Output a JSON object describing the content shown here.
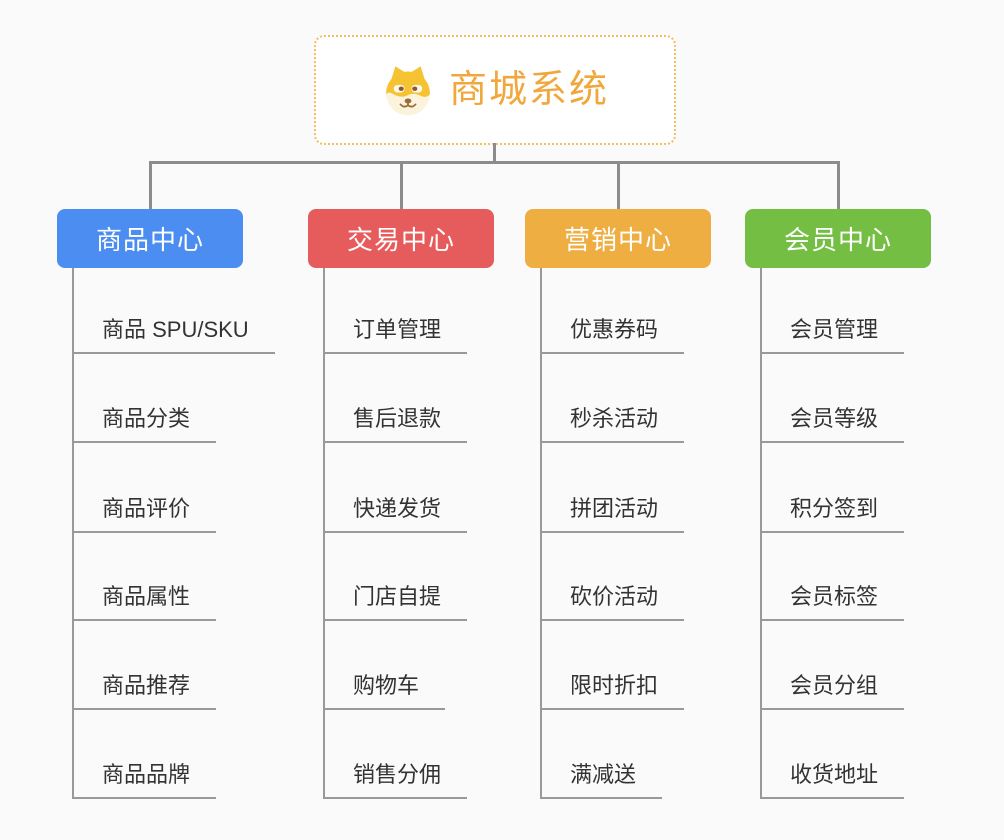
{
  "root": {
    "title": "商城系统",
    "icon": "shiba-dog-icon"
  },
  "theme": {
    "background": "#fafafa",
    "connector_color": "#8c8c8c",
    "leaf_line_color": "#999999",
    "leaf_text_color": "#333333",
    "root_border_color": "#f3bd62",
    "root_title_color": "#f0a73c"
  },
  "branches": [
    {
      "label": "商品中心",
      "color": "#4b8df0",
      "items": [
        "商品 SPU/SKU",
        "商品分类",
        "商品评价",
        "商品属性",
        "商品推荐",
        "商品品牌"
      ]
    },
    {
      "label": "交易中心",
      "color": "#e65c5c",
      "items": [
        "订单管理",
        "售后退款",
        "快递发货",
        "门店自提",
        "购物车",
        "销售分佣"
      ]
    },
    {
      "label": "营销中心",
      "color": "#efae41",
      "items": [
        "优惠券码",
        "秒杀活动",
        "拼团活动",
        "砍价活动",
        "限时折扣",
        "满减送"
      ]
    },
    {
      "label": "会员中心",
      "color": "#74be43",
      "items": [
        "会员管理",
        "会员等级",
        "积分签到",
        "会员标签",
        "会员分组",
        "收货地址"
      ]
    }
  ]
}
